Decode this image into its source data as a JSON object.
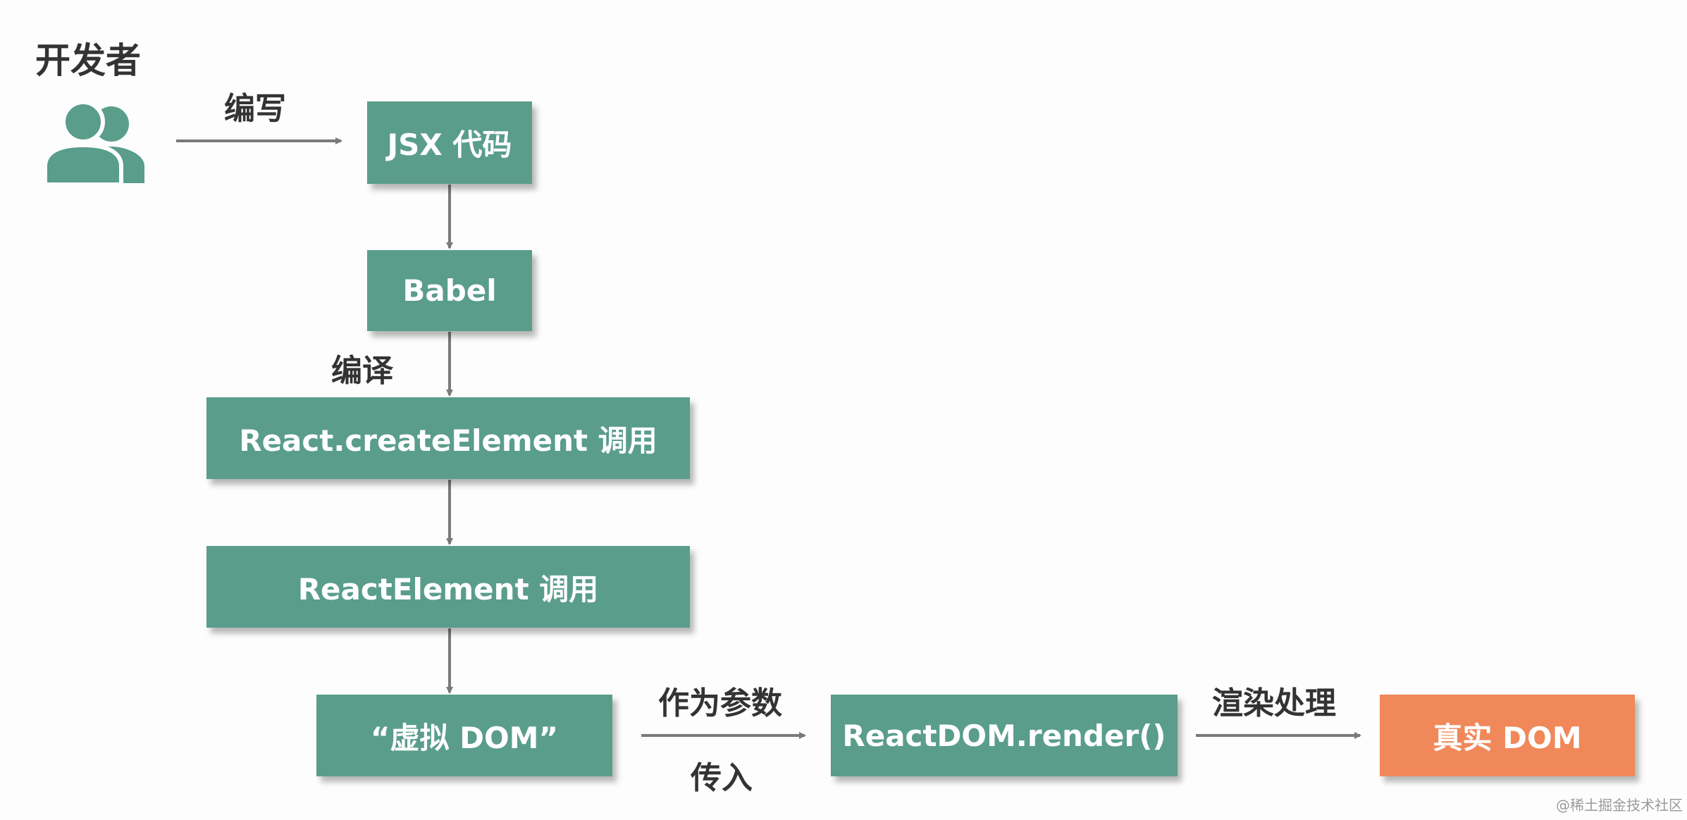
{
  "colors": {
    "node_green": "#5a9d8b",
    "node_orange": "#f0885a",
    "arrow": "#7a7a7a",
    "text_dark": "#333333"
  },
  "developer": {
    "title": "开发者",
    "icon": "users-icon"
  },
  "nodes": {
    "jsx": "JSX 代码",
    "babel": "Babel",
    "create_element": "React.createElement 调用",
    "react_element": "ReactElement 调用",
    "virtual_dom": "“虚拟 DOM”",
    "render": "ReactDOM.render()",
    "real_dom": "真实 DOM"
  },
  "labels": {
    "write": "编写",
    "compile": "编译",
    "as_param": "作为参数",
    "pass_in": "传入",
    "render_process": "渲染处理"
  },
  "watermark": "@稀土掘金技术社区"
}
